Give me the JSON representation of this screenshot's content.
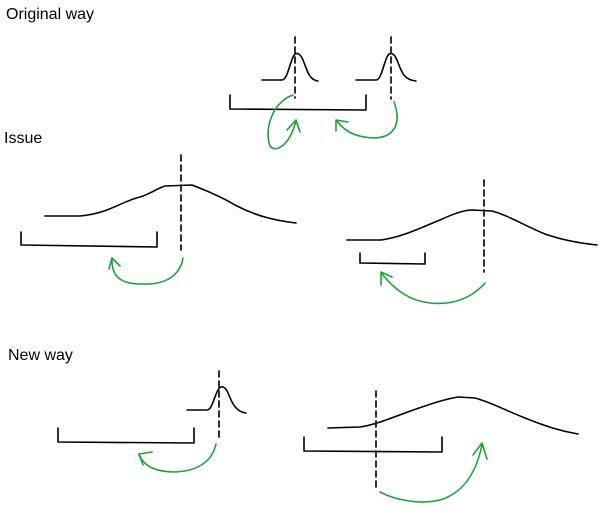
{
  "sections": [
    {
      "id": "original",
      "label": "Original way"
    },
    {
      "id": "issue",
      "label": "Issue"
    },
    {
      "id": "new",
      "label": "New way"
    }
  ],
  "colors": {
    "ink": "#000000",
    "arrow": "#1aa33a",
    "background": "#ffffff"
  }
}
